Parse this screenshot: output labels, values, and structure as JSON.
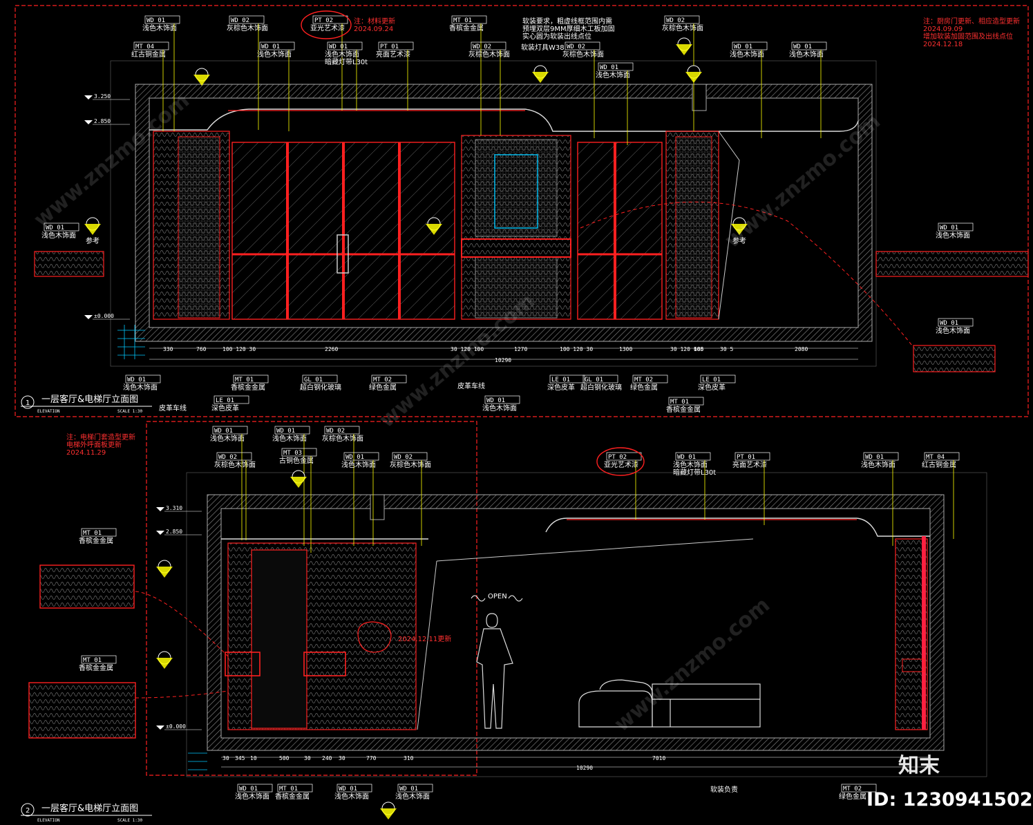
{
  "colors": {
    "background": "#000000",
    "wall_hatch": "#9a9a9a",
    "callout_line": "#ffff00",
    "revision_cloud": "#ff2020",
    "frame_red": "#e00000",
    "glass_blue": "#00c8ff",
    "text": "#ffffff",
    "note": "#ff3030"
  },
  "top_elevation": {
    "levels": [
      "3.250",
      "2.850",
      "±0.000"
    ],
    "notes": {
      "materials": "注：材料更新\n2024.09.24",
      "kitchen": "注：厨房门更新、相应造型更新\n2024.09.09\n增加软装加固范围及出线点位\n2024.12.18",
      "soft_req": "软装要求，粗虚线框范围内需\n预埋双层9MM厚细木工板加固\n实心圆为软装出线点位",
      "lamp": "软装灯具W38"
    },
    "callouts_top": [
      {
        "code": "WD 01",
        "text": "浅色木饰面"
      },
      {
        "code": "WD 02",
        "text": "灰棕色木饰面"
      },
      {
        "code": "PT 02",
        "text": "亚光艺术漆"
      },
      {
        "code": "MT 01",
        "text": "香槟金金属"
      },
      {
        "code": "WD 02",
        "text": "灰棕色木饰面"
      },
      {
        "code": "MT 04",
        "text": "红古铜金属"
      },
      {
        "code": "WD 01",
        "text": "浅色木饰面"
      },
      {
        "code": "WD 01",
        "text": "浅色木饰面\n暗藏灯带L30t"
      },
      {
        "code": "PT 01",
        "text": "亮面艺术漆"
      },
      {
        "code": "WD 02",
        "text": "灰棕色木饰面"
      },
      {
        "code": "WD 02",
        "text": "灰棕色木饰面"
      },
      {
        "code": "WD 01",
        "text": "浅色木饰面"
      },
      {
        "code": "WD 01",
        "text": "浅色木饰面"
      },
      {
        "code": "WD 01",
        "text": "浅色木饰面"
      }
    ],
    "callouts_side": [
      {
        "code": "WD 01",
        "text": "浅色木饰面"
      },
      {
        "code": "WD 01",
        "text": "浅色木饰面"
      },
      {
        "code": "WD 01",
        "text": "浅色木饰面"
      }
    ],
    "callouts_bottom": [
      {
        "code": "WD 01",
        "text": "浅色木饰面"
      },
      {
        "code": "",
        "text": "皮革车线"
      },
      {
        "code": "LE 01",
        "text": "深色皮革"
      },
      {
        "code": "MT 01",
        "text": "香槟金金属"
      },
      {
        "code": "GL 01",
        "text": "超白钢化玻璃"
      },
      {
        "code": "MT 02",
        "text": "绿色金属"
      },
      {
        "code": "",
        "text": "皮革车线"
      },
      {
        "code": "WD 01",
        "text": "浅色木饰面"
      },
      {
        "code": "LE 01",
        "text": "深色皮革"
      },
      {
        "code": "GL 01",
        "text": "超白钢化玻璃"
      },
      {
        "code": "MT 02",
        "text": "绿色金属"
      },
      {
        "code": "MT 01",
        "text": "香槟金金属"
      },
      {
        "code": "LE 01",
        "text": "深色皮革"
      }
    ],
    "ref_label": "参考",
    "dims_bottom": [
      "330",
      "760",
      "100 120 30",
      "2260",
      "30 120 100",
      "1270",
      "100 120 30",
      "1300",
      "30 120 100",
      "685",
      "30 5",
      "2080",
      "10290"
    ],
    "title": "一层客厅&电梯厅立面图",
    "sub_label": "ELEVATION",
    "scale": "SCALE  1:30",
    "number": "1"
  },
  "bottom_elevation": {
    "levels": [
      "3.310",
      "2.850",
      "±0.000"
    ],
    "notes": {
      "elevator": "注：电梯门套造型更新\n电梯外呼面板更新\n2024.11.29",
      "update": "2024.12.11更新",
      "open": "OPEN",
      "soft": "软装负责"
    },
    "callouts_top": [
      {
        "code": "WD 01",
        "text": "浅色木饰面"
      },
      {
        "code": "WD 01",
        "text": "浅色木饰面"
      },
      {
        "code": "WD 02",
        "text": "灰棕色木饰面"
      },
      {
        "code": "WD 02",
        "text": "灰棕色木饰面"
      },
      {
        "code": "MT 03",
        "text": "古铜色金属"
      },
      {
        "code": "WD 01",
        "text": "浅色木饰面"
      },
      {
        "code": "WD 02",
        "text": "灰棕色木饰面"
      },
      {
        "code": "PT 02",
        "text": "亚光艺术漆"
      },
      {
        "code": "WD 01",
        "text": "浅色木饰面\n暗藏灯带L30t"
      },
      {
        "code": "PT 01",
        "text": "亮面艺术漆"
      },
      {
        "code": "WD 01",
        "text": "浅色木饰面"
      },
      {
        "code": "MT 04",
        "text": "红古铜金属"
      }
    ],
    "callouts_detail": [
      {
        "code": "MT 01",
        "text": "香槟金金属"
      },
      {
        "code": "MT 01",
        "text": "香槟金金属"
      }
    ],
    "callouts_bottom": [
      {
        "code": "WD 01",
        "text": "浅色木饰面"
      },
      {
        "code": "MT 01",
        "text": "香槟金金属"
      },
      {
        "code": "WD 01",
        "text": "浅色木饰面"
      },
      {
        "code": "WD 01",
        "text": "浅色木饰面"
      },
      {
        "code": "MT 02",
        "text": "绿色金属"
      }
    ],
    "dims_bottom": [
      "30",
      "345",
      "10",
      "500",
      "30",
      "240",
      "30",
      "770",
      "310",
      "7010",
      "10290"
    ],
    "title": "一层客厅&电梯厅立面图",
    "sub_label": "ELEVATION",
    "scale": "SCALE  1:30",
    "number": "2"
  },
  "watermark": {
    "brand": "知末",
    "id": "ID: 1230941502",
    "site": "www.znzmo.com"
  }
}
